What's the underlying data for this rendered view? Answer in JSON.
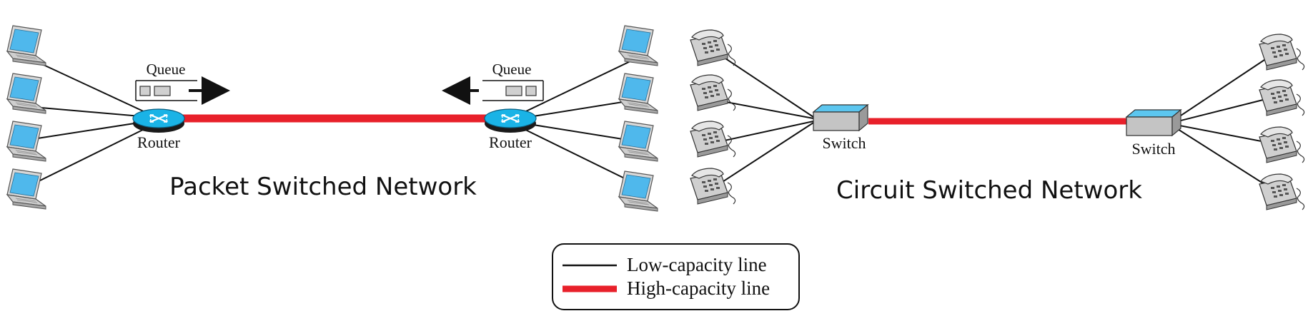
{
  "packet_network": {
    "title": "Packet Switched Network",
    "left_router_label": "Router",
    "right_router_label": "Router",
    "left_queue_label": "Queue",
    "right_queue_label": "Queue",
    "device_icon": "laptop-icon",
    "node_icon": "router-icon"
  },
  "circuit_network": {
    "title": "Circuit Switched Network",
    "left_switch_label": "Switch",
    "right_switch_label": "Switch",
    "device_icon": "telephone-icon",
    "node_icon": "switch-icon"
  },
  "legend": {
    "low_label": "Low-capacity line",
    "high_label": "High-capacity line"
  },
  "colors": {
    "high_capacity": "#e8202a",
    "low_capacity": "#111111",
    "router_blue": "#1ab3e6",
    "switch_blue": "#5cc6ef",
    "screen_blue": "#4fb8ec"
  }
}
